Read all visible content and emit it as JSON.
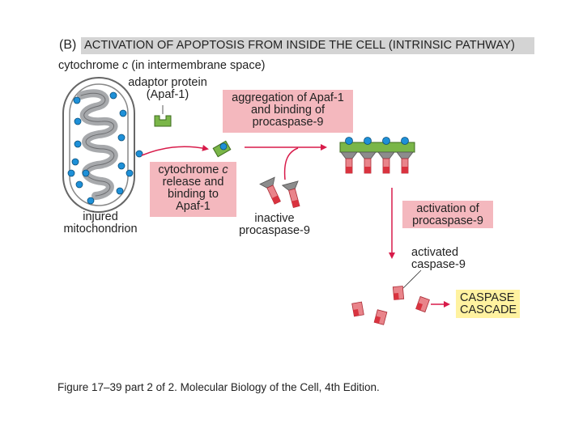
{
  "header": {
    "panel_label": "(B)",
    "title": "ACTIVATION OF APOPTOSIS FROM INSIDE THE CELL (INTRINSIC PATHWAY)"
  },
  "labels": {
    "cytochrome_prefix": "cytochrome ",
    "cytochrome_c": "c",
    "cytochrome_suffix": " (in intermembrane space)",
    "adaptor_line1": "adaptor protein",
    "adaptor_line2": "(Apaf-1)",
    "injured_line1": "injured",
    "injured_line2": "mitochondrion",
    "inactive_line1": "inactive",
    "inactive_line2": "procaspase-9",
    "activated_line1": "activated",
    "activated_line2": "caspase-9"
  },
  "boxes": {
    "aggregation": [
      "aggregation of Apaf-1",
      "and binding of",
      "procaspase-9"
    ],
    "release_line1_prefix": "cytochrome ",
    "release_line1_c": "c",
    "release_rest": [
      "release and",
      "binding to",
      "Apaf-1"
    ],
    "activation": [
      "activation of",
      "procaspase-9"
    ],
    "cascade": [
      "CASPASE",
      "CASCADE"
    ]
  },
  "caption": "Figure 17–39 part 2 of 2. Molecular Biology of the Cell, 4th Edition.",
  "colors": {
    "pink_box": "#f4b8be",
    "yellow_box": "#fff2a0",
    "header_box": "#d4d4d4",
    "arrow": "#d81b4a",
    "cytochrome_dot": "#1e90d8",
    "apaf_green": "#7ab648",
    "caspase_red": "#d9333f",
    "prodomain_gray": "#8c8c8c"
  }
}
